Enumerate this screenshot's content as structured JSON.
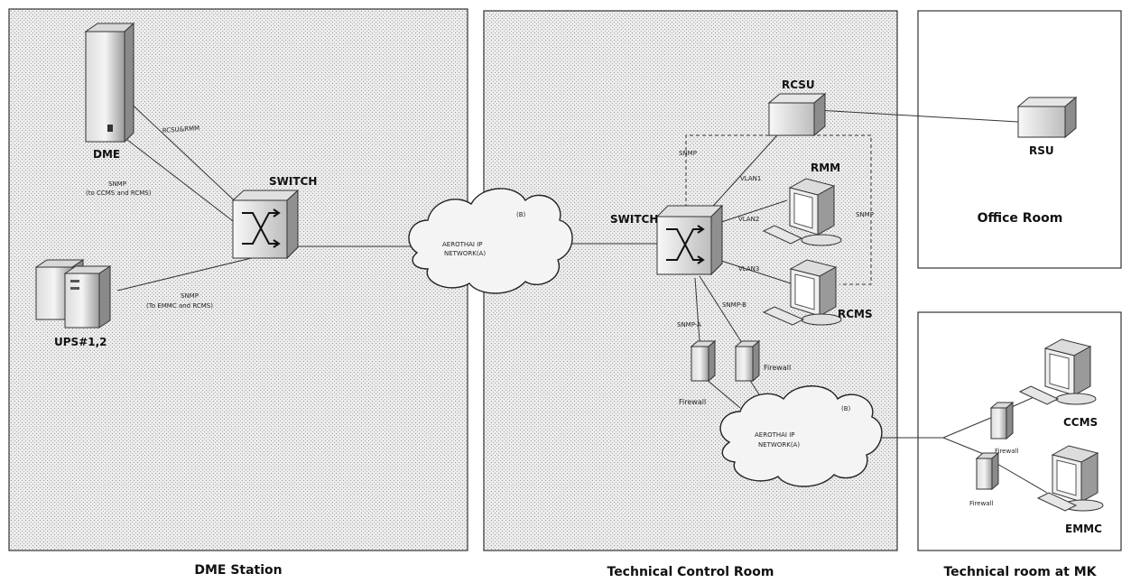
{
  "rooms": {
    "dme_station": "DME Station",
    "technical_control_room": "Technical Control Room",
    "office_room": "Office Room",
    "technical_room_mk": "Technical room at MK"
  },
  "devices": {
    "dme": "DME",
    "ups": "UPS#1,2",
    "switch_dme": "SWITCH",
    "switch_tcr": "SWITCH",
    "rcsu": "RCSU",
    "rsu": "RSU",
    "rmm": "RMM",
    "rcms": "RCMS",
    "ccms": "CCMS",
    "emmc": "EMMC",
    "firewall_1": "Firewall",
    "firewall_2": "Firewall",
    "firewall_mk_1": "Firewall",
    "firewall_mk_2": "Firewall"
  },
  "clouds": {
    "cloud_1": {
      "line1": "AEROTHAI IP",
      "line2": "NETWORK(A)",
      "tag": "(B)"
    },
    "cloud_2": {
      "line1": "AEROTHAI IP",
      "line2": "NETWORK(A)",
      "tag": "(B)"
    }
  },
  "link_labels": {
    "rcsu_rmm": "RCSU&RMM",
    "snmp_dme_line1": "SNMP",
    "snmp_dme_line2": "(to CCMS and RCMS)",
    "snmp_ups_line1": "SNMP",
    "snmp_ups_line2": "(To EMMC and RCMS)",
    "snmp_top": "SNMP",
    "snmp_right": "SNMP",
    "vlan1": "VLAN1",
    "vlan2": "VLAN2",
    "vlan3": "VLAN3",
    "snmp_a": "SNMP-A",
    "snmp_b": "SNMP-B"
  }
}
